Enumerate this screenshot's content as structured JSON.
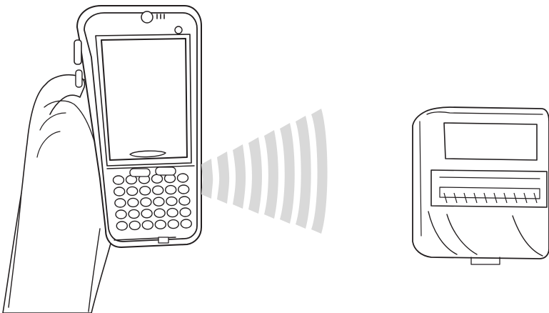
{
  "illustration": {
    "subjects": [
      "hand-held-mobile-computer",
      "wireless-signal",
      "portable-printer"
    ],
    "colors": {
      "line": "#231f20",
      "fill": "#ffffff",
      "signal": "#d9d9d9"
    },
    "keypad": {
      "rows": 5,
      "keys_per_row": 6
    },
    "signal_wave": {
      "bands": 8
    },
    "printer_paper_teeth": 10
  }
}
